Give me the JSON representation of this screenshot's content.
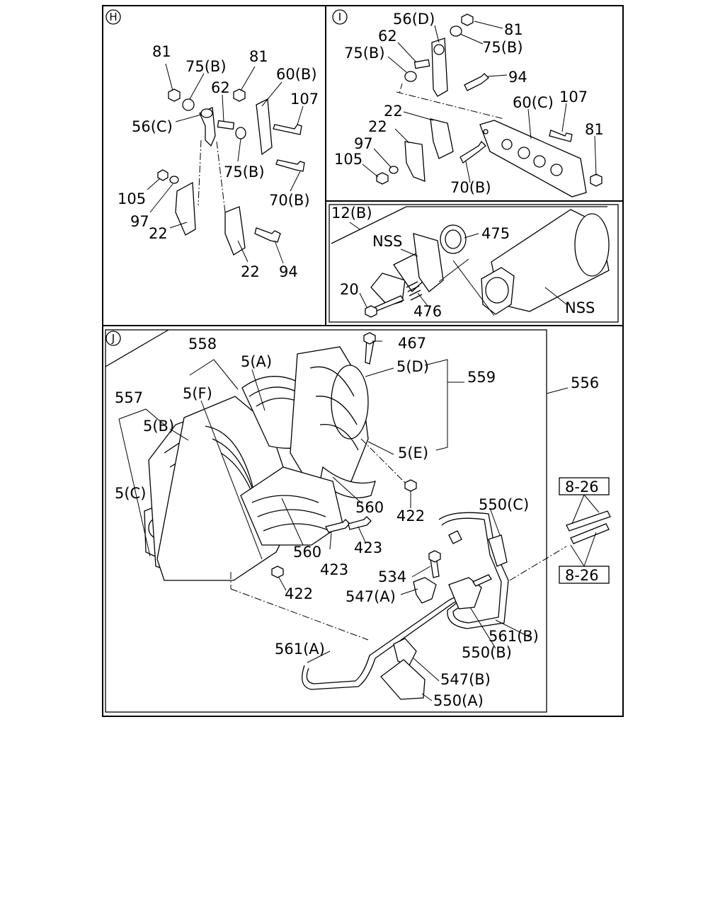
{
  "panels": {
    "h": {
      "letter": "H"
    },
    "i": {
      "letter": "I"
    },
    "j": {
      "letter": "J"
    }
  },
  "panel_h": {
    "labels": [
      "81",
      "75(B)",
      "81",
      "60(B)",
      "62",
      "107",
      "56(C)",
      "75(B)",
      "70(B)",
      "105",
      "97",
      "22",
      "22",
      "94"
    ]
  },
  "panel_i": {
    "labels": [
      "56(D)",
      "81",
      "62",
      "75(B)",
      "75(B)",
      "94",
      "22",
      "22",
      "60(C)",
      "107",
      "81",
      "97",
      "105",
      "70(B)"
    ]
  },
  "panel_12b": {
    "labels": [
      "12(B)",
      "NSS",
      "475",
      "20",
      "476",
      "NSS"
    ]
  },
  "panel_j": {
    "labels": [
      "467",
      "558",
      "5(A)",
      "5(D)",
      "559",
      "556",
      "5(F)",
      "557",
      "5(B)",
      "5(C)",
      "5(E)",
      "8-26",
      "550(C)",
      "422",
      "560",
      "560",
      "423",
      "423",
      "534",
      "422",
      "547(A)",
      "8-26",
      "561(B)",
      "550(B)",
      "561(A)",
      "547(B)",
      "550(A)"
    ]
  }
}
